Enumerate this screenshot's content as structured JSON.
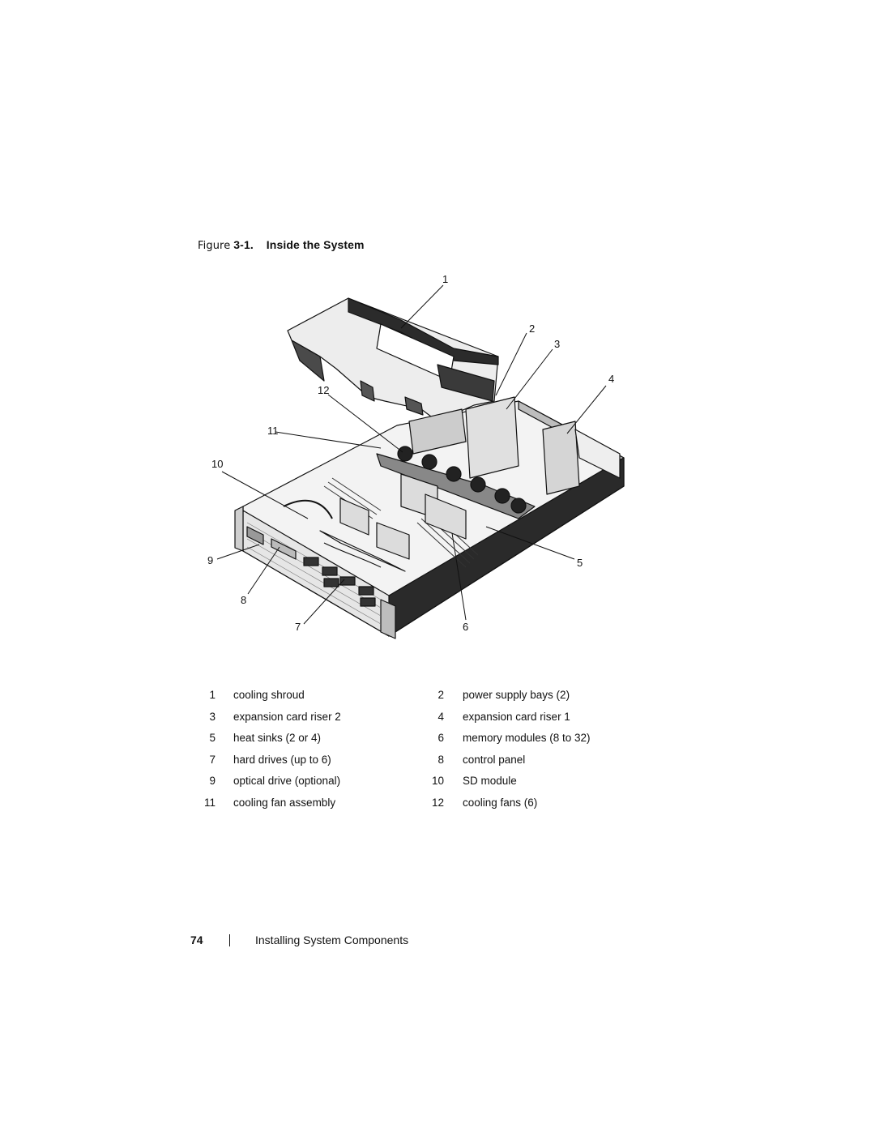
{
  "figure": {
    "caption_prefix": "Figure",
    "caption_number": "3-1.",
    "caption_title": "Inside the System",
    "callouts": [
      "1",
      "2",
      "3",
      "4",
      "5",
      "6",
      "7",
      "8",
      "9",
      "10",
      "11",
      "12"
    ]
  },
  "legend": [
    {
      "num": "1",
      "label": "cooling shroud"
    },
    {
      "num": "2",
      "label": "power supply bays (2)"
    },
    {
      "num": "3",
      "label": "expansion card riser 2"
    },
    {
      "num": "4",
      "label": "expansion card riser 1"
    },
    {
      "num": "5",
      "label": "heat sinks (2 or 4)"
    },
    {
      "num": "6",
      "label": "memory modules (8 to 32)"
    },
    {
      "num": "7",
      "label": "hard drives (up to 6)"
    },
    {
      "num": "8",
      "label": "control panel"
    },
    {
      "num": "9",
      "label": "optical drive (optional)"
    },
    {
      "num": "10",
      "label": "SD module"
    },
    {
      "num": "11",
      "label": "cooling fan assembly"
    },
    {
      "num": "12",
      "label": "cooling fans (6)"
    }
  ],
  "footer": {
    "page_number": "74",
    "section_title": "Installing System Components"
  }
}
